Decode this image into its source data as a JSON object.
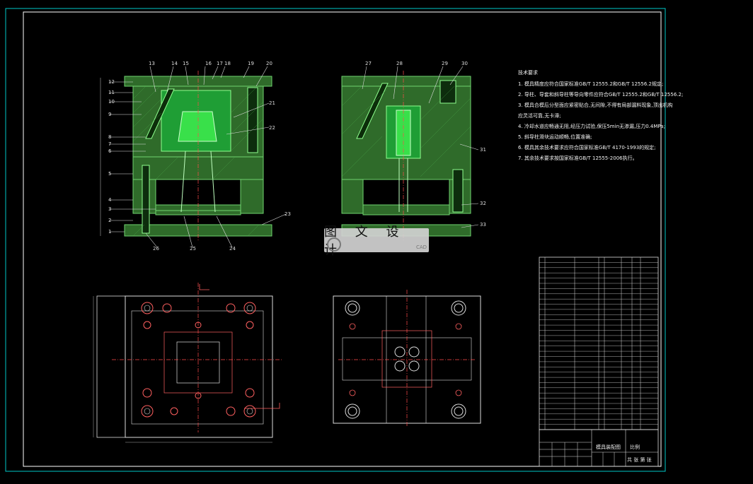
{
  "drawing": {
    "notes_title": "技术要求",
    "notes": [
      "1. 模具精度应符合国家标准GB/T 12555.2和GB/T 12556.2规定;",
      "2. 导柱、导套和斜导柱等导向零件应符合GB/T 12555.2和GB/T 12556.2;",
      "3. 模具合模后分型面应紧密贴合,无间隙,不得有局部漏料现象,顶出机构",
      "   应灵活可靠,无卡滞;",
      "4. 冷却水道应畅通无阻,经压力试验,保压5min无渗漏,压力0.4MPa;",
      "5. 斜导柱滑块运动顺畅,位置准确;",
      "6. 模具其余技术要求应符合国家标准GB/T 4170-1993的规定;",
      "7. 其余技术要求按国家标准GB/T 12555-2006执行。"
    ],
    "balloon_labels_front": [
      "13",
      "14",
      "15",
      "16",
      "17",
      "18",
      "19",
      "20",
      "12",
      "11",
      "10",
      "9",
      "21",
      "22",
      "8",
      "7",
      "6",
      "5",
      "4",
      "3",
      "2",
      "1",
      "23",
      "26",
      "25",
      "24"
    ],
    "balloon_labels_side": [
      "27",
      "28",
      "29",
      "30",
      "31",
      "32",
      "33"
    ],
    "title_block": {
      "drawing_name": "模具装配图",
      "scale_label": "比例",
      "sheet_label": "共 张 第 张"
    },
    "bom_rows": 33,
    "watermark": "图 文 设 计",
    "watermark_sub": "CAD"
  }
}
